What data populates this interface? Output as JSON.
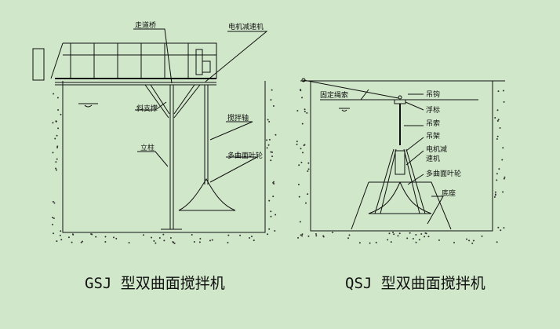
{
  "left_diagram": {
    "title": "GSJ 型双曲面搅拌机",
    "labels": {
      "walkway_bridge": "走道桥",
      "motor_reducer": "电机减速机",
      "diagonal_brace": "斜支撑",
      "mixing_shaft": "搅拌轴",
      "column": "立柱",
      "impeller": "多曲面叶轮"
    }
  },
  "right_diagram": {
    "title": "QSJ 型双曲面搅拌机",
    "labels": {
      "fixed_rope": "固定绳索",
      "hook": "吊钩",
      "buoy": "浮标",
      "sling": "吊索",
      "hanger": "吊架",
      "motor_reducer_1": "电机减",
      "motor_reducer_2": "速机",
      "impeller": "多曲面叶轮",
      "base": "底座"
    }
  }
}
